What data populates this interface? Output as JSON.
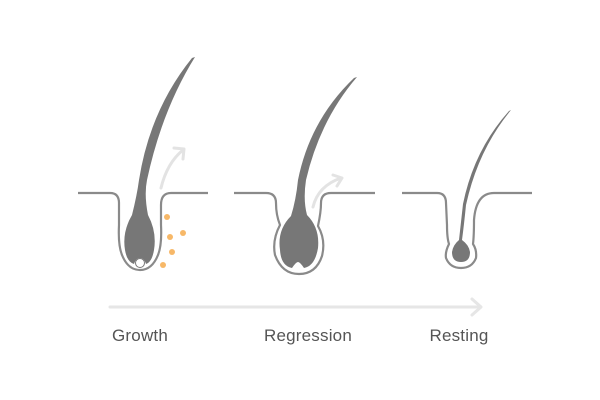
{
  "title": "Hair growth cycle",
  "colors": {
    "hair": "#777777",
    "outline": "#888888",
    "skin_line": "#8a8a8a",
    "arrow": "#e3e3e3",
    "timeline": "#e6e6e6",
    "cells": "#f7b868",
    "label": "#555555"
  },
  "phases": [
    {
      "id": "growth",
      "label": "Growth",
      "icon": "hair-follicle-growing-icon",
      "cells_count": 5
    },
    {
      "id": "regression",
      "label": "Regression",
      "icon": "hair-follicle-regressing-icon"
    },
    {
      "id": "resting",
      "label": "Resting",
      "icon": "hair-follicle-resting-icon"
    }
  ],
  "timeline": {
    "icon": "timeline-arrow-icon",
    "direction": "right"
  }
}
